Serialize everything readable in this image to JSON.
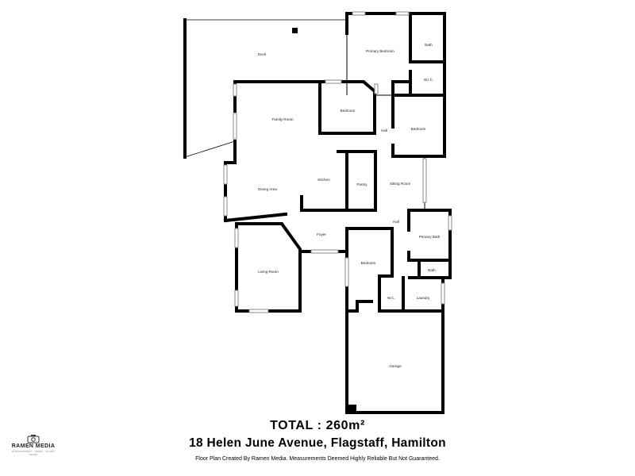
{
  "rooms": {
    "deck": "Deck",
    "primary_bedroom": "Primary Bedroom",
    "bath": "Bath",
    "wlc": "W.I.C.",
    "family_room": "Family Room",
    "bedroom_1": "Bedroom",
    "bedroom_2": "Bedroom",
    "bedroom_3": "Bedroom",
    "hall_1": "Hall",
    "hall_2": "Hall",
    "kitchen": "Kitchen",
    "pantry": "Pantry",
    "sitting_room": "Sitting Room",
    "dining_area": "Dining Area",
    "foyer": "Foyer",
    "primary_bath": "Primary Bath",
    "bath_2": "Bath",
    "living_room": "Living Room",
    "wc": "W.C.",
    "laundry": "Laundry",
    "garage": "Garage"
  },
  "footer": {
    "total": "TOTAL : 260m²",
    "address": "18 Helen June Avenue, Flagstaff, Hamilton",
    "disclaimer": "Floor Plan Created By Ramen Media. Measurements Deemed Highly Reliable But Not Guaranteed."
  },
  "logo": {
    "name": "RAMEN MEDIA",
    "tagline": "PHOTOGRAPHY · VIDEO · FLOOR PLANS"
  }
}
